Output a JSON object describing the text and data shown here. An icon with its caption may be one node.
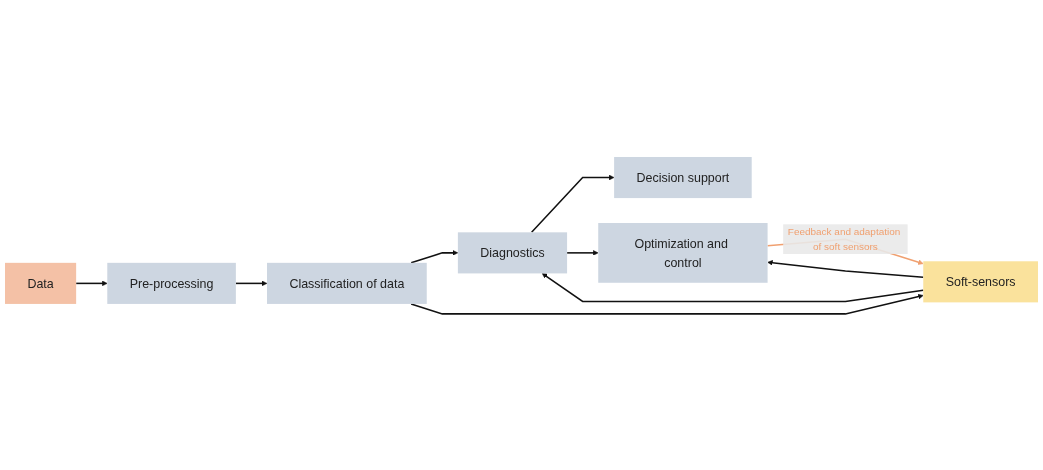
{
  "diagram": {
    "nodes": [
      {
        "text": [
          "Data"
        ]
      },
      {
        "text": [
          "Pre-processing"
        ]
      },
      {
        "text": [
          "Classification of data"
        ]
      },
      {
        "text": [
          "Diagnostics"
        ]
      },
      {
        "text": [
          "Decision support"
        ]
      },
      {
        "text": [
          "Optimization and control"
        ]
      },
      {
        "text": [
          "Soft-sensors"
        ]
      }
    ],
    "edges": [
      {
        "from": 0,
        "to": 1,
        "arrow": "to"
      },
      {
        "from": 1,
        "to": 2,
        "arrow": "to"
      },
      {
        "from": 2,
        "to": 3,
        "arrow": "to"
      },
      {
        "from": 3,
        "to": 4,
        "arrow": "to"
      },
      {
        "from": 3,
        "to": 5,
        "arrow": "to"
      },
      {
        "from": 2,
        "to": 6,
        "arrow": "to"
      },
      {
        "from": 6,
        "to": 3,
        "arrow": "to"
      },
      {
        "from": 6,
        "to": 5,
        "arrow": "to"
      },
      {
        "from": 5,
        "to": 6,
        "arrow": "to",
        "label": "Feedback and adaptation of soft sensors",
        "color": "#f0a070"
      }
    ]
  }
}
